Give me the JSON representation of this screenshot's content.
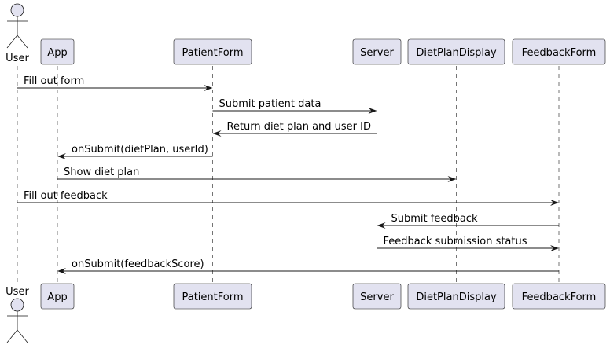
{
  "participants": [
    {
      "key": "user",
      "label": "User",
      "kind": "actor"
    },
    {
      "key": "app",
      "label": "App",
      "kind": "participant"
    },
    {
      "key": "patientform",
      "label": "PatientForm",
      "kind": "participant"
    },
    {
      "key": "server",
      "label": "Server",
      "kind": "participant"
    },
    {
      "key": "dietplandisplay",
      "label": "DietPlanDisplay",
      "kind": "participant"
    },
    {
      "key": "feedbackform",
      "label": "FeedbackForm",
      "kind": "participant"
    }
  ],
  "messages": [
    {
      "from": "user",
      "to": "patientform",
      "label": "Fill out form"
    },
    {
      "from": "patientform",
      "to": "server",
      "label": "Submit patient data"
    },
    {
      "from": "server",
      "to": "patientform",
      "label": "Return diet plan and user ID"
    },
    {
      "from": "patientform",
      "to": "app",
      "label": "onSubmit(dietPlan, userId)"
    },
    {
      "from": "app",
      "to": "dietplandisplay",
      "label": "Show diet plan"
    },
    {
      "from": "user",
      "to": "feedbackform",
      "label": "Fill out feedback"
    },
    {
      "from": "feedbackform",
      "to": "server",
      "label": "Submit feedback"
    },
    {
      "from": "server",
      "to": "feedbackform",
      "label": "Feedback submission status"
    },
    {
      "from": "feedbackform",
      "to": "app",
      "label": "onSubmit(feedbackScore)"
    }
  ]
}
